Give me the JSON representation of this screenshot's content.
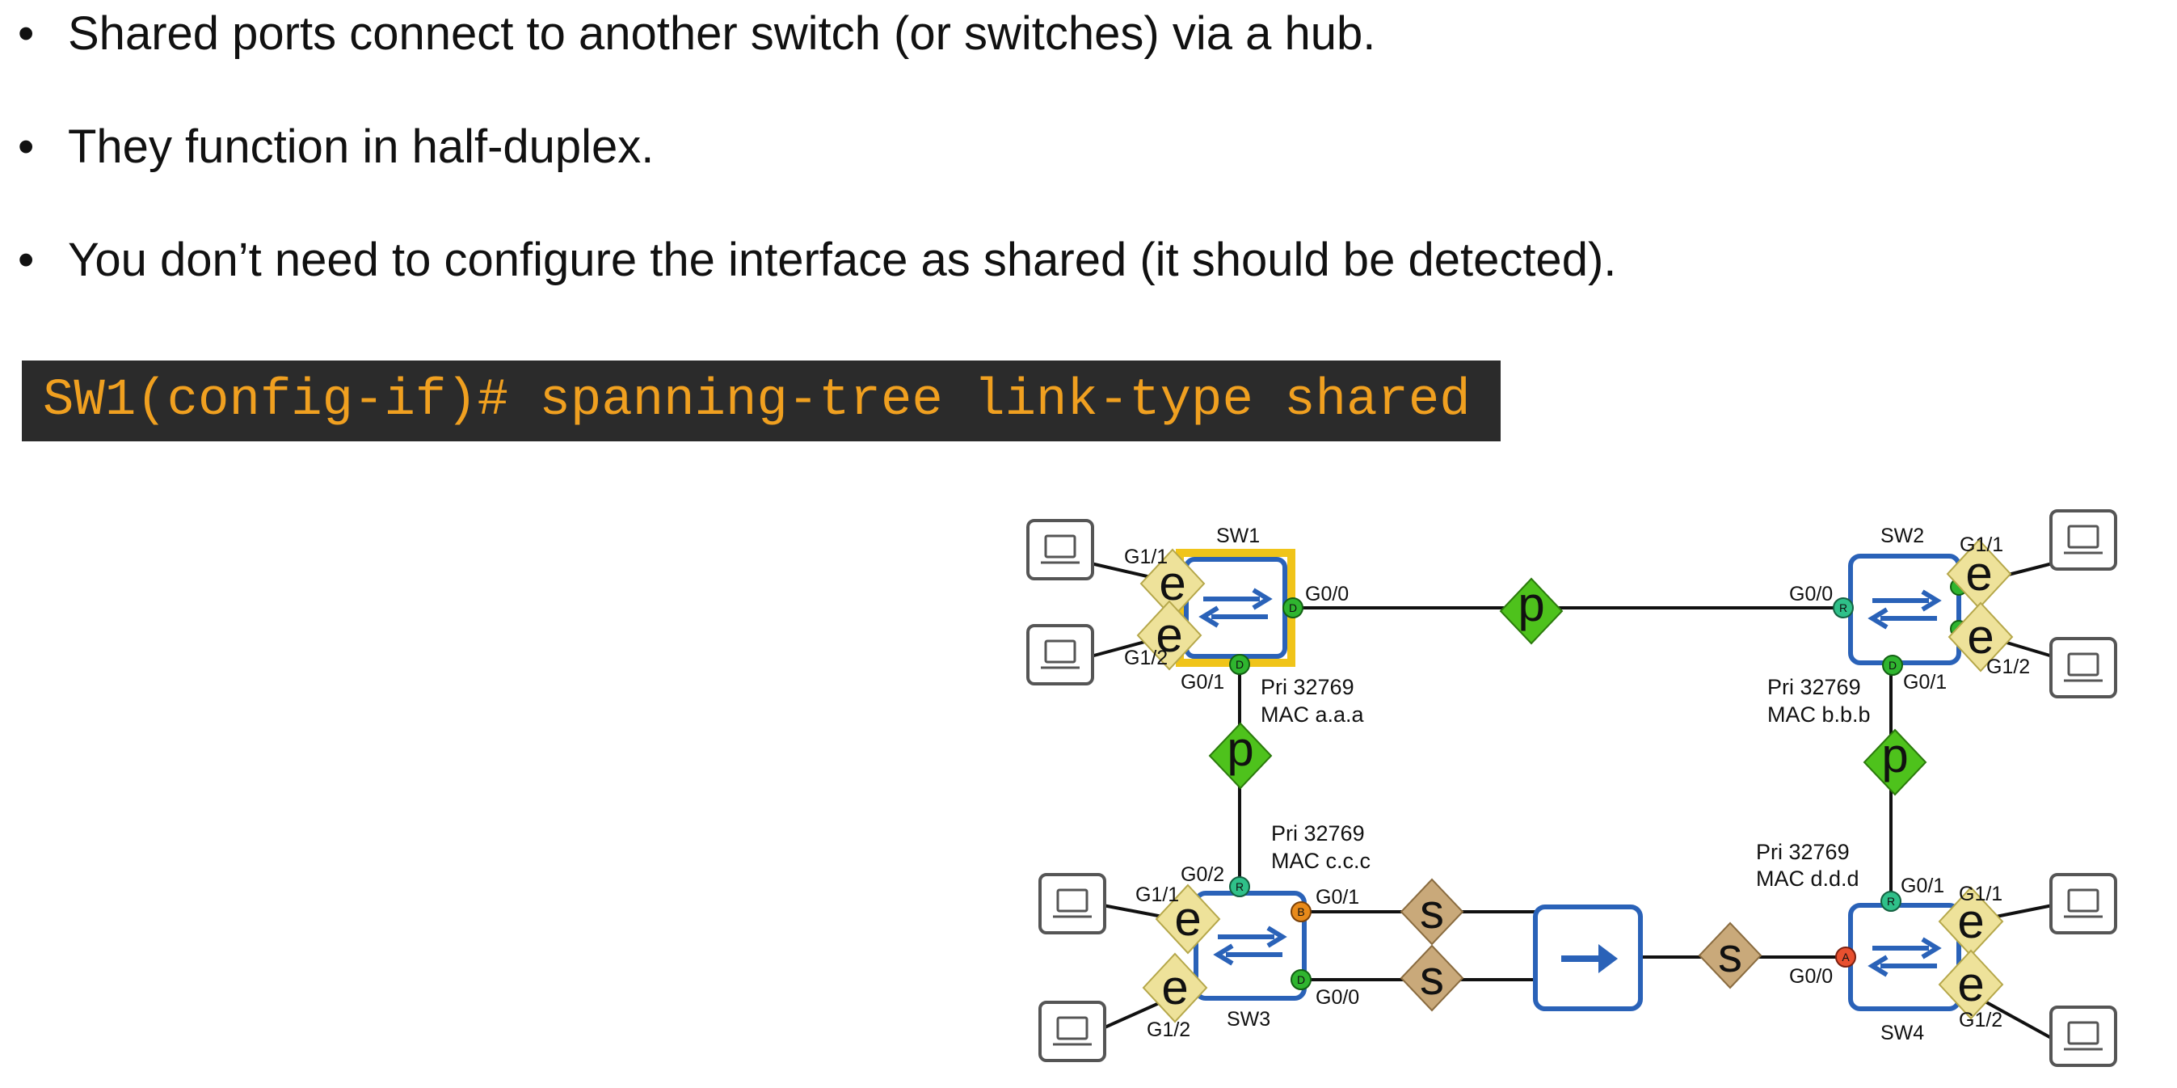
{
  "bullets": [
    "Shared ports connect to another switch (or switches) via a hub.",
    "They function in half-duplex.",
    "You don’t need to configure the interface as shared (it should be detected)."
  ],
  "bullet_symbol": "•",
  "command": "SW1(config-if)# spanning-tree link-type shared",
  "colors": {
    "command_bg": "#2b2b2b",
    "command_text": "#f0a020",
    "switch_border": "#2a62b8",
    "root_highlight": "#f0c419",
    "p2p_diamond": "#4ec21c",
    "edge_diamond": "#eee29a",
    "shared_diamond": "#c9a97a",
    "designated_port": "#2fb52f",
    "root_port": "#2fc089",
    "backup_port": "#e88a1a",
    "alternate_port": "#e8502f"
  },
  "diagram": {
    "switches": [
      {
        "name": "SW1",
        "priority": "Pri 32769",
        "mac": "MAC a.a.a"
      },
      {
        "name": "SW2",
        "priority": "Pri 32769",
        "mac": "MAC b.b.b"
      },
      {
        "name": "SW3",
        "priority": "Pri 32769",
        "mac": "MAC c.c.c"
      },
      {
        "name": "SW4",
        "priority": "Pri 32769",
        "mac": "MAC d.d.d"
      }
    ],
    "interfaces": {
      "sw1_g11": "G1/1",
      "sw1_g12": "G1/2",
      "sw1_g00": "G0/0",
      "sw1_g01": "G0/1",
      "sw2_g00": "G0/0",
      "sw2_g11": "G1/1",
      "sw2_g12": "G1/2",
      "sw2_g01": "G0/1",
      "sw3_g02": "G0/2",
      "sw3_g11": "G1/1",
      "sw3_g12": "G1/2",
      "sw3_g01": "G0/1",
      "sw3_g00": "G0/0",
      "sw4_g01": "G0/1",
      "sw4_g11": "G1/1",
      "sw4_g12": "G1/2",
      "sw4_g00": "G0/0"
    },
    "port_roles": {
      "designated": "D",
      "root": "R",
      "backup": "B",
      "alternate": "A"
    },
    "link_types": {
      "edge": "e",
      "p2p": "p",
      "shared": "s"
    },
    "icons": [
      "pc-icon",
      "switch-icon",
      "hub-icon"
    ]
  }
}
